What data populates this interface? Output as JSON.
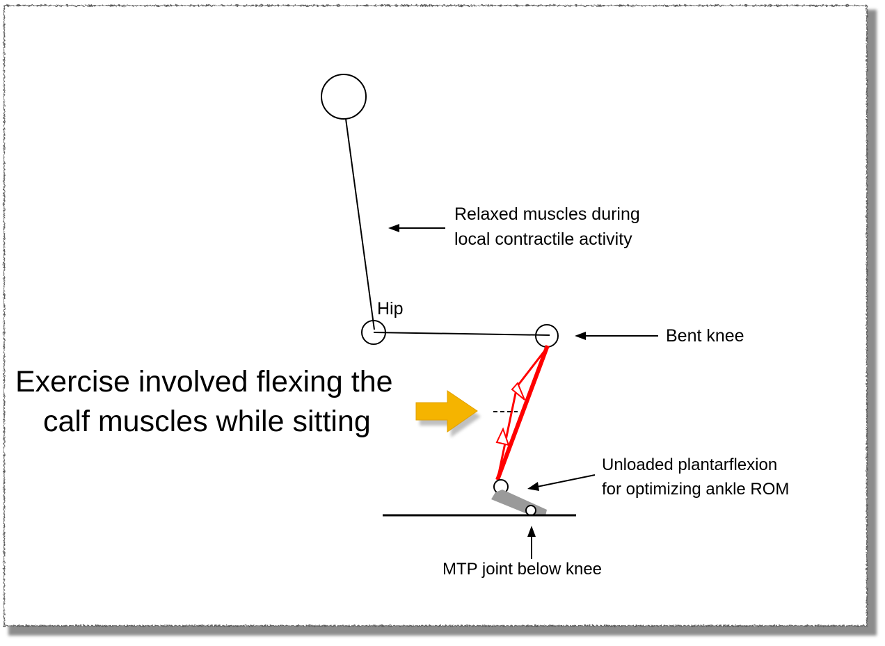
{
  "labels": {
    "hip": "Hip",
    "relaxed_line1": "Relaxed muscles during",
    "relaxed_line2": "local contractile activity",
    "bent_knee": "Bent knee",
    "exercise_line1": "Exercise involved flexing the",
    "exercise_line2": "calf muscles while sitting",
    "plantar_line1": "Unloaded plantarflexion",
    "plantar_line2": "for optimizing ankle ROM",
    "mtp": "MTP joint below knee"
  },
  "colors": {
    "muscle": "#ff0000",
    "callout_arrow": "#f5b400",
    "foot": "#9a9a9a",
    "line": "#000000",
    "frame_shadow": "#8c8c8c"
  }
}
